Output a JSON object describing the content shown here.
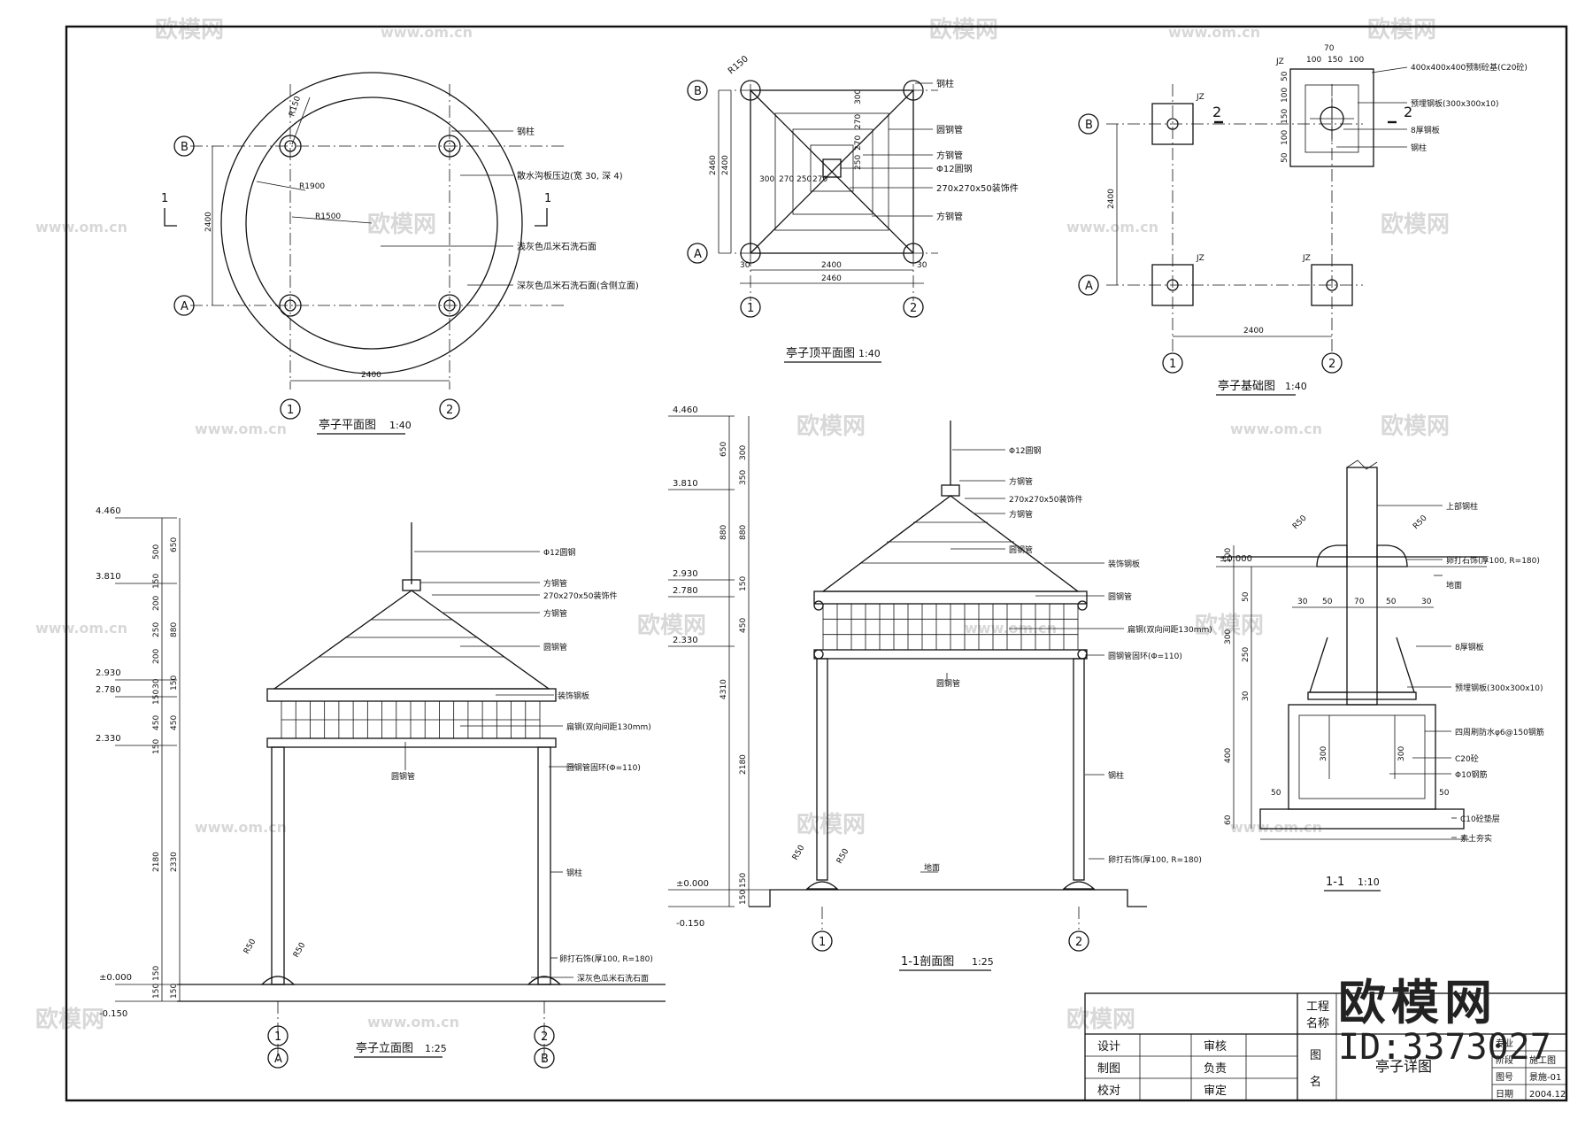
{
  "watermark": {
    "site": "www.om.cn",
    "short": "om.cn",
    "brand_cn": "欧模网"
  },
  "brand": {
    "name": "欧模网",
    "id": "ID:3373027"
  },
  "plan": {
    "title": "亭子平面图",
    "scale": "1:40",
    "grid_b": "B",
    "grid_a": "A",
    "grid_1": "1",
    "grid_2": "2",
    "dim_side": "2400",
    "dim_bottom": "2400",
    "r_small": "R150",
    "r_outer": "R1900",
    "r_inner": "R1500",
    "section_mark": "1",
    "notes": [
      "钢柱",
      "散水沟板压边(宽 30, 深 4)",
      "浅灰色瓜米石洗石面",
      "深灰色瓜米石洗石面(含侧立面)"
    ]
  },
  "roofplan": {
    "title": "亭子顶平面图",
    "scale": "1:40",
    "grid_b": "B",
    "grid_a": "A",
    "grid_1": "1",
    "grid_2": "2",
    "r_corner": "R150",
    "dims_right": [
      "300",
      "270",
      "270",
      "250"
    ],
    "dims_v": [
      "2400",
      "2460"
    ],
    "dims_inner": [
      "300",
      "270",
      "250",
      "270"
    ],
    "dim_bottom_inner": "2400",
    "dim_bottom_outer": "2460",
    "edge_left": "30",
    "edge_right": "30",
    "notes": [
      "钢柱",
      "圆钢管",
      "方钢管",
      "Φ12圆钢",
      "270x270x50装饰件",
      "方钢管"
    ]
  },
  "foundation": {
    "title": "亭子基础图",
    "scale": "1:40",
    "grid_b": "B",
    "grid_a": "A",
    "grid_1": "1",
    "grid_2": "2",
    "jz": "JZ",
    "cut": "2",
    "dim_v": "2400",
    "dim_h": "2400",
    "detail_dims_top": [
      "70",
      "100",
      "150",
      "100"
    ],
    "detail_dims_side": [
      "50",
      "100",
      "150",
      "100",
      "50"
    ],
    "notes": [
      "400x400x400预制砼基(C20砼)",
      "预埋钢板(300x300x10)",
      "8厚钢板",
      "钢柱"
    ]
  },
  "elevation": {
    "title": "亭子立面图",
    "scale": "1:25",
    "levels": [
      "4.460",
      "3.810",
      "2.930",
      "2.780",
      "2.330",
      "±0.000",
      "-0.150"
    ],
    "dims_inner": [
      "500",
      "150",
      "200",
      "250",
      "200",
      "30",
      "150",
      "450",
      "150",
      "2180",
      "150",
      "150"
    ],
    "dims_outer": [
      "650",
      "880",
      "150",
      "450",
      "2330",
      "150"
    ],
    "r1": "R50",
    "r2": "R50",
    "grid": [
      "1",
      "A",
      "2",
      "B"
    ],
    "notes": [
      "Φ12圆钢",
      "方钢管",
      "270x270x50装饰件",
      "方钢管",
      "圆钢管",
      "装饰钢板",
      "扁钢(双向间距130mm)",
      "圆钢管固环(Φ=110)",
      "圆钢管",
      "钢柱",
      "卵打石饰(厚100, R=180)",
      "深灰色瓜米石洗石面"
    ]
  },
  "section": {
    "title": "1-1剖面图",
    "scale": "1:25",
    "levels": [
      "4.460",
      "3.810",
      "2.930",
      "2.780",
      "2.330",
      "±0.000",
      "-0.150"
    ],
    "dims_inner": [
      "300",
      "350",
      "880",
      "150",
      "450",
      "2180",
      "150",
      "150"
    ],
    "dims_outer": [
      "650",
      "880",
      "4310"
    ],
    "r1": "R50",
    "r2": "R50",
    "grid": [
      "1",
      "2"
    ],
    "notes": [
      "Φ12圆钢",
      "方钢管",
      "270x270x50装饰件",
      "方钢管",
      "圆钢管",
      "装饰钢板",
      "圆钢管",
      "扁钢(双向间距130mm)",
      "圆钢管固环(Φ=110)",
      "圆钢管",
      "钢柱",
      "卵打石饰(厚100, R=180)",
      "地面"
    ]
  },
  "detail": {
    "title": "1-1",
    "scale": "1:10",
    "level": "±0.000",
    "r1": "R50",
    "r2": "R50",
    "dims_h": [
      "30",
      "50",
      "70",
      "50",
      "30"
    ],
    "dims_bottom": [
      "50",
      "50"
    ],
    "dims_v": [
      "100",
      "50",
      "300",
      "250",
      "30",
      "400",
      "60"
    ],
    "inner_dims": [
      "300",
      "300"
    ],
    "notes": [
      "上部钢柱",
      "卵打石饰(厚100, R=180)",
      "地面",
      "8厚钢板",
      "预埋钢板(300x300x10)",
      "四周刷防水φ6@150钢筋",
      "C20砼",
      "Φ10钢筋",
      "C10砼垫层",
      "素土夯实"
    ]
  },
  "titleblock": {
    "project_label_1": "工程",
    "project_label_2": "名称",
    "design": "设计",
    "draw": "制图",
    "check": "校对",
    "review": "审核",
    "responsible": "负责",
    "approve": "审定",
    "drawing_label_1": "图",
    "drawing_label_2": "名",
    "drawing_name": "亭子详图",
    "row_labels": [
      "专业",
      "阶段",
      "图号",
      "日期"
    ],
    "row_values": [
      "",
      "施工图",
      "景施-01",
      "2004.12"
    ]
  }
}
